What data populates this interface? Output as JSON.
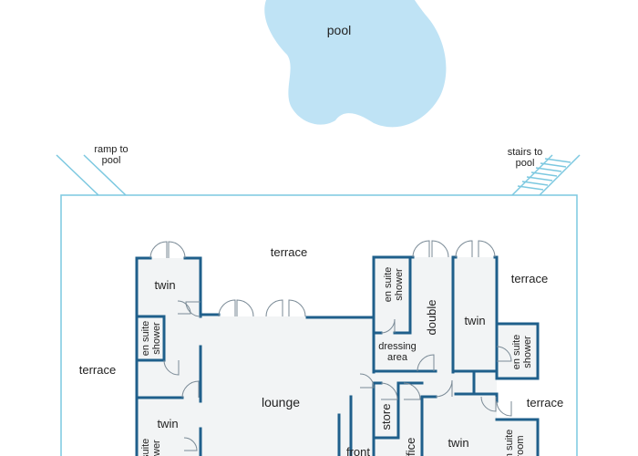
{
  "labels": {
    "pool": "pool",
    "ramp_line1": "ramp to",
    "ramp_line2": "pool",
    "stairs_line1": "stairs to",
    "stairs_line2": "pool",
    "terrace_top": "terrace",
    "terrace_left": "terrace",
    "terrace_right_top": "terrace",
    "terrace_right_bottom": "terrace",
    "twin_top_left": "twin",
    "en_suite_shower_left_1": "en suite",
    "en_suite_shower_left_2": "shower",
    "lounge": "lounge",
    "twin_bottom_left": "twin",
    "en_suite_bottom_left_1": "en suite",
    "en_suite_bottom_left_2": "shower",
    "en_suite_shower_center_1": "en suite",
    "en_suite_shower_center_2": "shower",
    "double": "double",
    "dressing_1": "dressing",
    "dressing_2": "area",
    "twin_right": "twin",
    "en_suite_shower_right_1": "en suite",
    "en_suite_shower_right_2": "shower",
    "store": "store",
    "office": "office",
    "front": "front",
    "twin_bottom_center": "twin",
    "en_suite_room_1": "en suite",
    "en_suite_room_2": "room"
  },
  "colors": {
    "pool_fill": "#bfe3f5",
    "wall": "#1f5f8b",
    "outline": "#7cc8e0",
    "room_fill": "#f2f4f5"
  }
}
